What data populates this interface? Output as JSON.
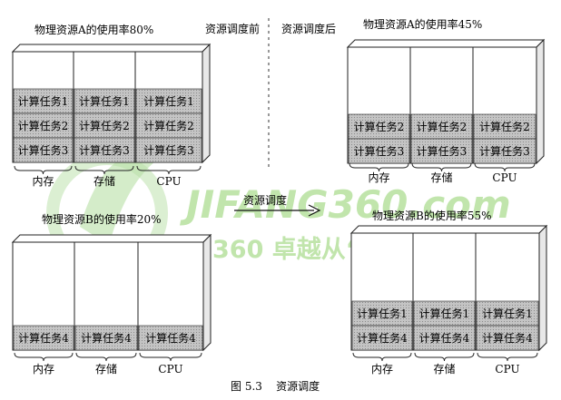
{
  "headers": {
    "before": "资源调度前",
    "after": "资源调度后",
    "arrow": "资源调度"
  },
  "panels": {
    "A_before": {
      "title": "物理资源A的使用率80%",
      "columns": [
        {
          "name": "内存",
          "tasks": [
            "计算任务1",
            "计算任务2",
            "计算任务3"
          ]
        },
        {
          "name": "存储",
          "tasks": [
            "计算任务1",
            "计算任务2",
            "计算任务3"
          ]
        },
        {
          "name": "CPU",
          "tasks": [
            "计算任务1",
            "计算任务2",
            "计算任务3"
          ]
        }
      ]
    },
    "A_after": {
      "title": "物理资源A的使用率45%",
      "columns": [
        {
          "name": "内存",
          "tasks": [
            "计算任务2",
            "计算任务3"
          ]
        },
        {
          "name": "存储",
          "tasks": [
            "计算任务2",
            "计算任务3"
          ]
        },
        {
          "name": "CPU",
          "tasks": [
            "计算任务2",
            "计算任务3"
          ]
        }
      ]
    },
    "B_before": {
      "title": "物理资源B的使用率20%",
      "columns": [
        {
          "name": "内存",
          "tasks": [
            "计算任务4"
          ]
        },
        {
          "name": "存储",
          "tasks": [
            "计算任务4"
          ]
        },
        {
          "name": "CPU",
          "tasks": [
            "计算任务4"
          ]
        }
      ]
    },
    "B_after": {
      "title": "物理资源B的使用率55%",
      "columns": [
        {
          "name": "内存",
          "tasks": [
            "计算任务1",
            "计算任务4"
          ]
        },
        {
          "name": "存储",
          "tasks": [
            "计算任务1",
            "计算任务4"
          ]
        },
        {
          "name": "CPU",
          "tasks": [
            "计算任务1",
            "计算任务4"
          ]
        }
      ]
    }
  },
  "caption": "图 5.3    资源调度",
  "watermark": {
    "logo_text": "JIFANG360.com",
    "slogan": "机房360  卓越从“心”开始"
  },
  "colors": {
    "task_fill": "#b8b8b8",
    "border": "#222222",
    "watermark_green": "#6fbf4a"
  }
}
